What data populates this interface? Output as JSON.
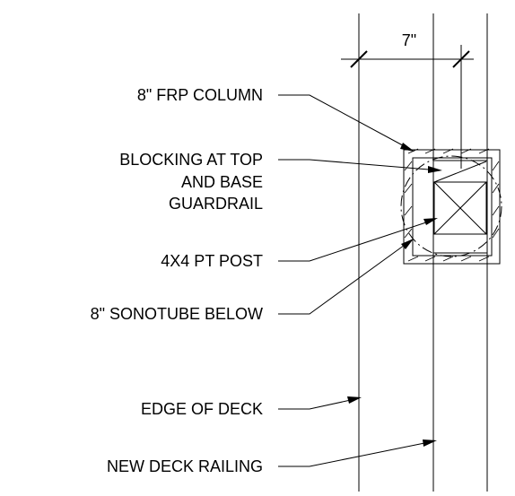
{
  "dimension": {
    "text": "7\""
  },
  "labels": {
    "frp_column": "8\" FRP COLUMN",
    "blocking_line1": "BLOCKING AT TOP",
    "blocking_line2": "AND BASE",
    "blocking_line3": "GUARDRAIL",
    "post": "4X4 PT POST",
    "sonotube": "8\" SONOTUBE BELOW",
    "edge_of_deck": "EDGE OF DECK",
    "new_deck_railing": "NEW DECK RAILING"
  }
}
